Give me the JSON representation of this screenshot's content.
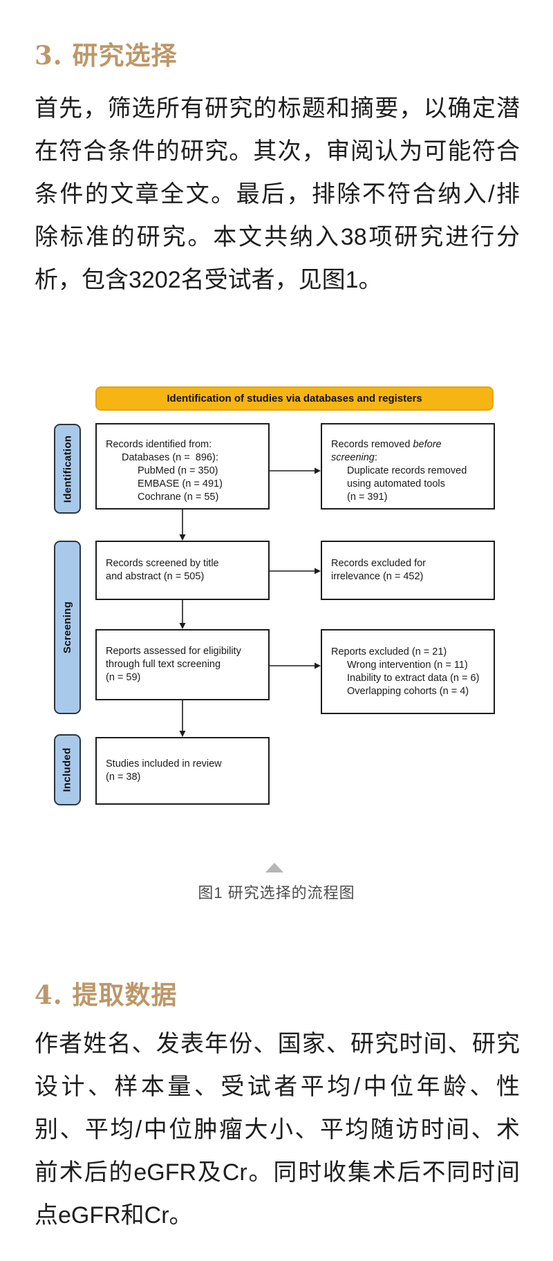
{
  "article": {
    "section3": {
      "heading": "3. 研究选择",
      "paragraph_lines": [
        "首先，筛选所有研究的标题和摘要，以确定潜",
        "在符合条件的研究。其次，审阅认为可能符合",
        "条件的文章全文。最后，排除不符合纳入/排",
        "除标准的研究。本文共纳入38项研究进行分",
        "析，包含3202名受试者，见图1。"
      ]
    },
    "section4": {
      "heading": "4. 提取数据",
      "paragraph_lines": [
        "作者姓名、发表年份、国家、研究时间、研究",
        "设计、样本量、受试者平均/中位年龄、性",
        "别、平均/中位肿瘤大小、平均随访时间、术",
        "前术后的eGFR及Cr。同时收集术后不同时间",
        "点eGFR和Cr。"
      ]
    }
  },
  "figure": {
    "banner": "Identification of studies via databases and registers",
    "stages": {
      "identification": "Identification",
      "screening": "Screening",
      "included": "Included"
    },
    "boxes": {
      "identified": {
        "line1": "Records identified from:",
        "line2": "Databases (n =  896):",
        "line3": "PubMed (n = 350)",
        "line4": "EMBASE (n = 491)",
        "line5": "Cochrane (n = 55)"
      },
      "removed": {
        "line1_normal": "Records removed ",
        "line1_italic": "before",
        "line2_italic": "screening",
        "line2_normal": ":",
        "line3": "Duplicate records removed",
        "line4": "using automated tools",
        "line5": "(n = 391)"
      },
      "screened": {
        "line1": "Records screened by title",
        "line2": "and abstract (n = 505)"
      },
      "excluded_irrelevance": {
        "line1": "Records excluded for",
        "line2": "irrelevance (n = 452)"
      },
      "assessed": {
        "line1": "Reports assessed for eligibility",
        "line2": "through full text screening",
        "line3": "(n = 59)"
      },
      "excluded_reports": {
        "line1": "Reports excluded (n = 21)",
        "line2": "Wrong intervention (n = 11)",
        "line3": "Inability to extract data (n = 6)",
        "line4": "Overlapping cohorts (n = 4)"
      },
      "included": {
        "line1": "Studies included in review",
        "line2": "(n = 38)"
      }
    },
    "caption": "图1 研究选择的流程图",
    "colors": {
      "banner_fill": "#F7B514",
      "banner_border": "#E2A40C",
      "stage_fill": "#A9C9EA",
      "stage_border": "#2B3540",
      "box_border": "#1C1C1C",
      "arrow": "#1C1C1C",
      "collapse_triangle": "#B5B5B5",
      "heading_gold": "#BD9768"
    }
  }
}
